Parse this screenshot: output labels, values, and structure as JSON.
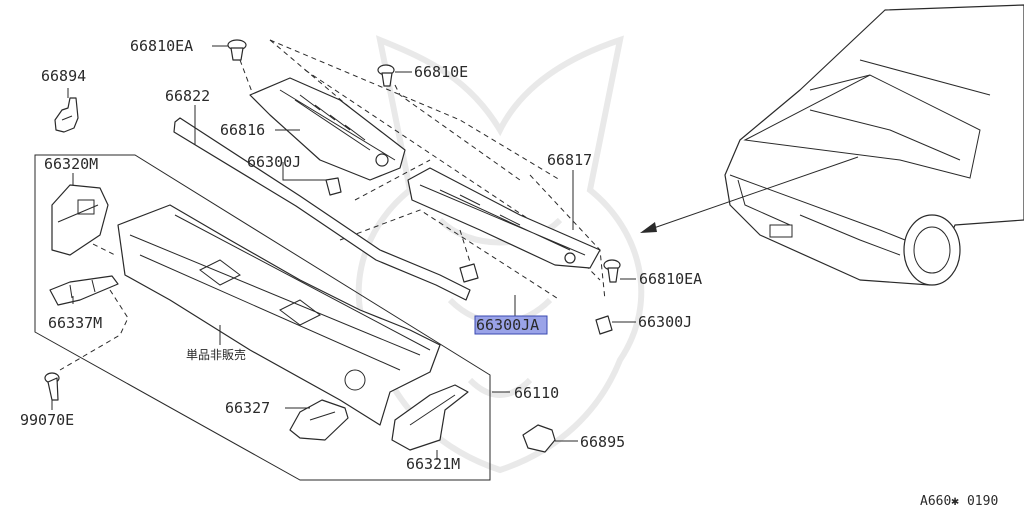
{
  "labels": {
    "l_66810EA_top": "66810EA",
    "l_66894": "66894",
    "l_66822": "66822",
    "l_66810E": "66810E",
    "l_66816": "66816",
    "l_66300J_left": "66300J",
    "l_66817": "66817",
    "l_66320M": "66320M",
    "l_66810EA_right": "66810EA",
    "l_66337M": "66337M",
    "l_66300JA": "66300JA",
    "l_66300J_right": "66300J",
    "l_tanhin": "単品非販売",
    "l_99070E": "99070E",
    "l_66110": "66110",
    "l_66327": "66327",
    "l_66895": "66895",
    "l_66321M": "66321M",
    "l_code": "A660✱ 0190"
  },
  "highlight_color": "#9aa3e8"
}
